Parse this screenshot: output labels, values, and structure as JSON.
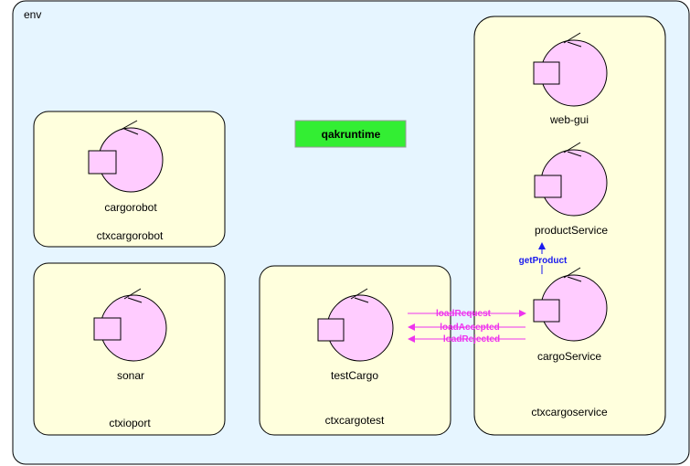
{
  "env": {
    "label": "env"
  },
  "runtime": {
    "label": "qakruntime"
  },
  "contexts": {
    "cargorobot": {
      "label": "ctxcargorobot",
      "actor": "cargorobot"
    },
    "ioport": {
      "label": "ctxioport",
      "actor": "sonar"
    },
    "cargotest": {
      "label": "ctxcargotest",
      "actor": "testCargo"
    },
    "cargoservice": {
      "label": "ctxcargoservice",
      "actors": [
        "web-gui",
        "productService",
        "cargoService"
      ]
    }
  },
  "messages": {
    "getProduct": "getProduct",
    "loadRequest": "loadRequest",
    "loadAccepted": "loadAccepted",
    "loadRejected": "loadRejected"
  },
  "colors": {
    "env_fill": "#e6f5ff",
    "context_fill": "#ffffdd",
    "actor_fill": "#ffccff",
    "runtime_fill": "#33ee33",
    "message_magenta": "#ee33ee",
    "message_blue": "#1a1aee"
  },
  "icons": {
    "actor": "actor-circle-icon",
    "port": "port-square-icon"
  }
}
